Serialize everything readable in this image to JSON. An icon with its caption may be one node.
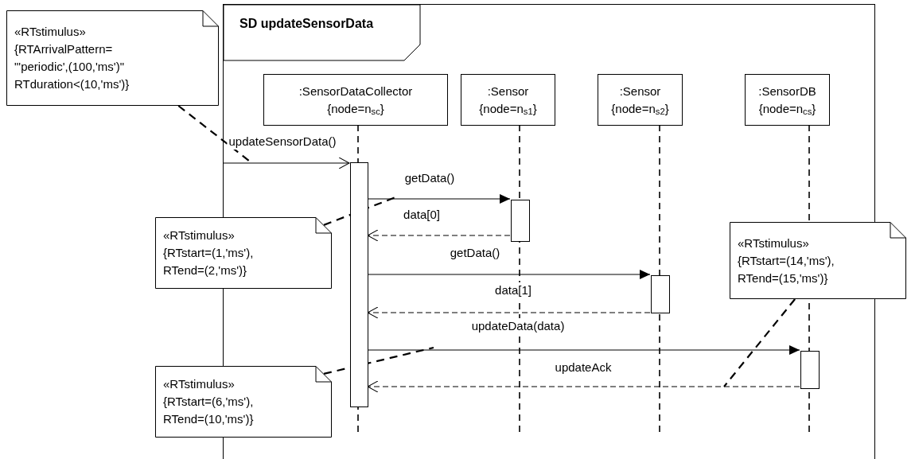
{
  "diagram": {
    "nodes": [
      {
        "text": [
          "«RTstimulus»",
          "{RTArrivalPattern= \"'periodic',(100,'ms')\" RTduration<(10,'ms')}"
        ]
      },
      {
        "text": [
          "SD updateSensorData"
        ]
      },
      {
        "text": [
          ":SensorDataCollector",
          "{node=n$_{sc}$}"
        ],
        "in": 1
      },
      {
        "text": [
          ":Sensor",
          "{node=n$_{s1}$}"
        ],
        "in": 1
      },
      {
        "text": [
          ":Sensor",
          "{node=n$_{s2}$}"
        ],
        "in": 1
      },
      {
        "text": [
          ":SensorDB",
          "{node=n$_{cs}$}"
        ],
        "in": 1
      },
      {
        "text": [],
        "shape": "bar",
        "in": 1
      },
      {
        "text": [],
        "shape": "bar",
        "in": 1
      },
      {
        "text": [],
        "shape": "bar",
        "in": 1
      },
      {
        "text": [],
        "shape": "bar",
        "in": 1
      },
      {
        "text": [
          "«RTstimulus»",
          "{RTstart=(1,'ms'), RTend=(2,'ms')}"
        ]
      },
      {
        "text": [
          "«RTstimulus»",
          "{RTstart=(14,'ms'), RTend=(15,'ms')}"
        ]
      },
      {
        "text": [
          "«RTstimulus»",
          "{RTstart=(6,'ms'), RTend=(10,'ms')}"
        ]
      }
    ],
    "edges": [
      {
        "from": null,
        "to": 6,
        "arrow": "to",
        "label": "updateSensorData()"
      },
      {
        "from": 6,
        "to": 7,
        "arrow": "to",
        "label": "getData()"
      },
      {
        "from": 7,
        "to": 6,
        "arrow": "to",
        "label": "data[0]",
        "style": "dashed"
      },
      {
        "from": 6,
        "to": 8,
        "arrow": "to",
        "label": "getData()"
      },
      {
        "from": 8,
        "to": 6,
        "arrow": "to",
        "label": "data[1]",
        "style": "dashed"
      },
      {
        "from": 6,
        "to": 9,
        "arrow": "to",
        "label": "updateData(data)"
      },
      {
        "from": 9,
        "to": 6,
        "arrow": "to",
        "label": "updateAck",
        "style": "dashed"
      },
      {
        "from": 0,
        "to": null,
        "arrow": "none",
        "style": "dashed"
      },
      {
        "from": 10,
        "to": null,
        "arrow": "none",
        "style": "dashed"
      },
      {
        "from": 12,
        "to": null,
        "arrow": "none",
        "style": "dashed"
      },
      {
        "from": 11,
        "to": null,
        "arrow": "none",
        "style": "dashed"
      }
    ]
  }
}
